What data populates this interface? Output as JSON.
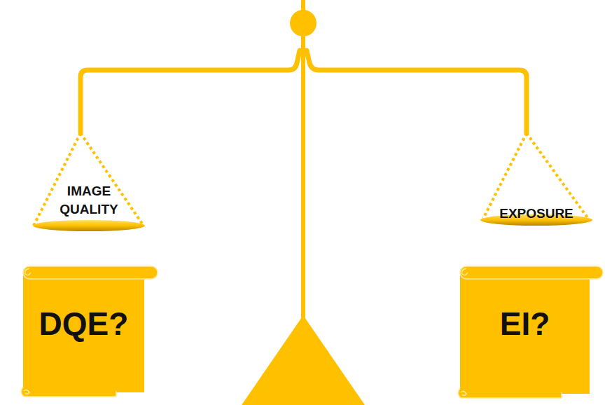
{
  "diagram": {
    "nodes": [
      {
        "text": [
          "IMAGE QUALITY"
        ]
      },
      {
        "text": [
          "EXPOSURE"
        ]
      },
      {
        "text": [
          "DQE?"
        ]
      },
      {
        "text": [
          "EI?"
        ]
      }
    ]
  }
}
